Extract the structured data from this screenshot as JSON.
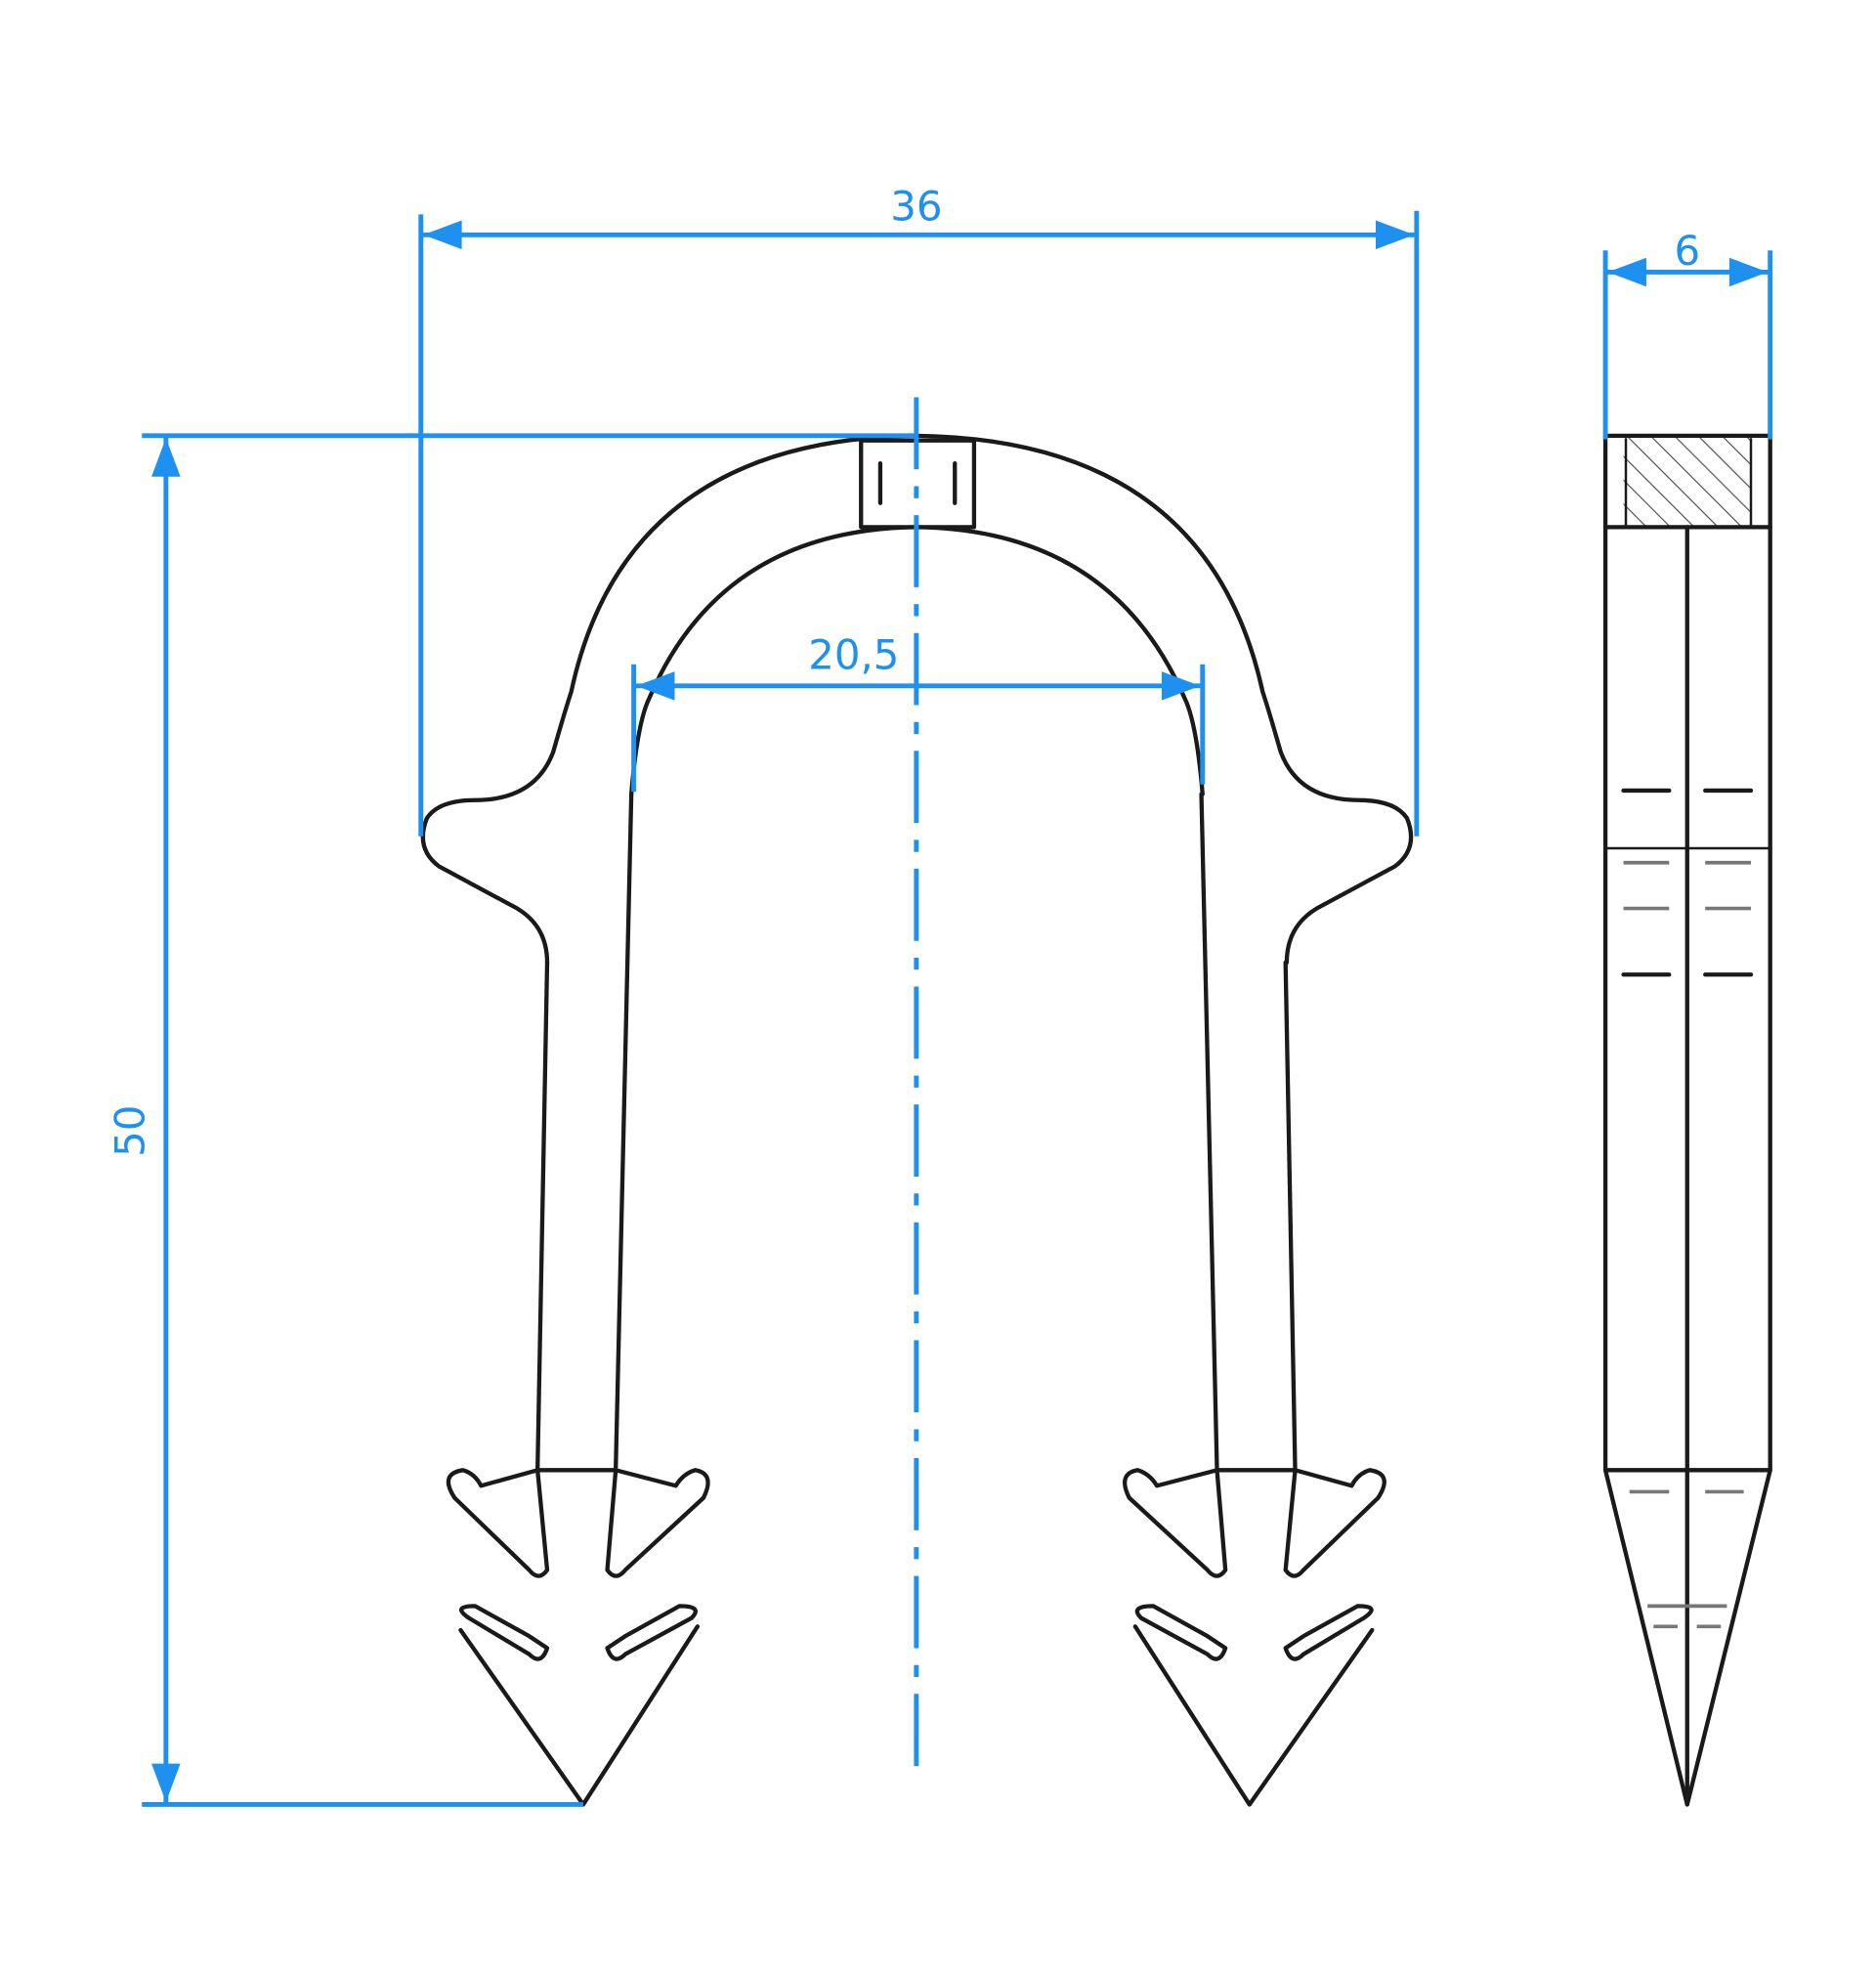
{
  "drawing": {
    "dimensions": {
      "overall_width": "36",
      "overall_height": "50",
      "inner_width": "20,5",
      "thickness": "6"
    },
    "colors": {
      "dimension": "#1e90ef",
      "outline": "#1a1a1a"
    }
  }
}
